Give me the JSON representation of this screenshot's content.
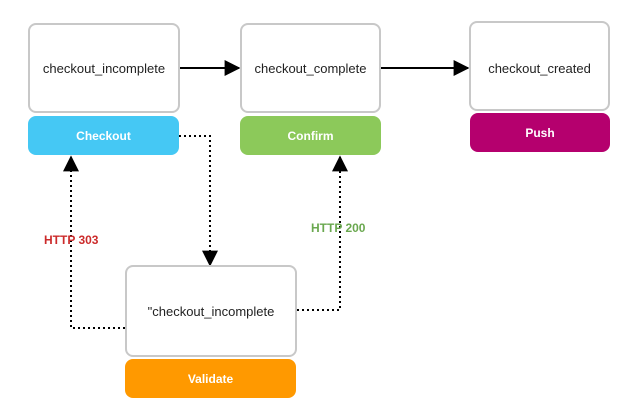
{
  "states": {
    "checkout_incomplete": "checkout_incomplete",
    "checkout_complete": "checkout_complete",
    "checkout_created": "checkout_created",
    "validating": "\"checkout_incomplete"
  },
  "actions": {
    "checkout": "Checkout",
    "confirm": "Confirm",
    "push": "Push",
    "validate": "Validate"
  },
  "edge_labels": {
    "http_303": "HTTP 303",
    "http_200": "HTTP 200"
  },
  "colors": {
    "checkout": "#45c8f4",
    "confirm": "#8cc95a",
    "push": "#b5006e",
    "validate": "#ff9900",
    "http_303": "#cc2b2b",
    "http_200": "#6aa84f",
    "state_border": "#c8c8c8",
    "arrow": "#000000"
  }
}
